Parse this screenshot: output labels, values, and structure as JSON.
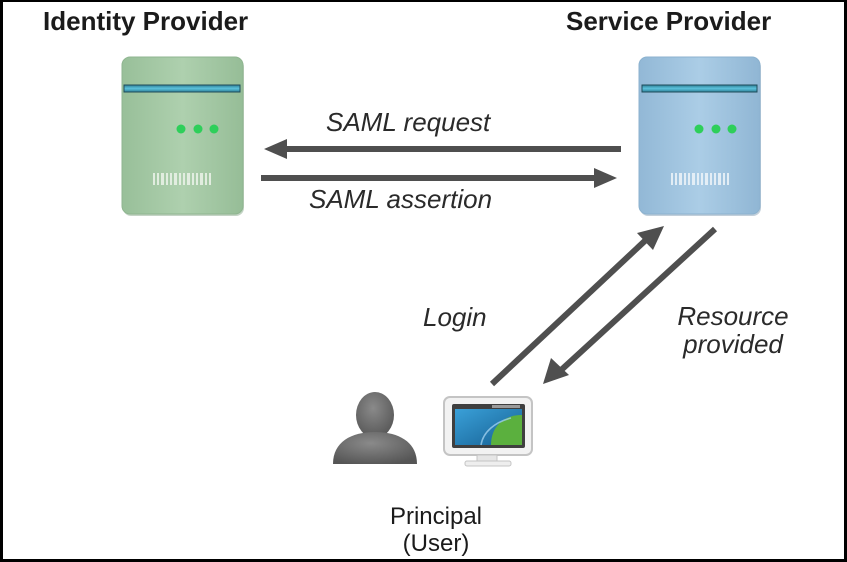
{
  "diagram": {
    "nodes": {
      "identity_provider": {
        "label": "Identity Provider",
        "color": "#a9ccaa"
      },
      "service_provider": {
        "label": "Service Provider",
        "color": "#a6c8e2"
      },
      "principal": {
        "label_line1": "Principal",
        "label_line2": "(User)"
      }
    },
    "edges": {
      "saml_request": {
        "label": "SAML request",
        "from": "Service Provider",
        "to": "Identity Provider"
      },
      "saml_assertion": {
        "label": "SAML assertion",
        "from": "Identity Provider",
        "to": "Service Provider"
      },
      "login": {
        "label": "Login",
        "from": "Principal",
        "to": "Service Provider"
      },
      "resource_provided": {
        "label_line1": "Resource",
        "label_line2": "provided",
        "from": "Service Provider",
        "to": "Principal"
      }
    },
    "colors": {
      "arrow": "#4f4f4f",
      "server_stripe": "#4aa9c4",
      "led": "#2ecf5a",
      "user_icon": "#6a6a6a"
    }
  }
}
